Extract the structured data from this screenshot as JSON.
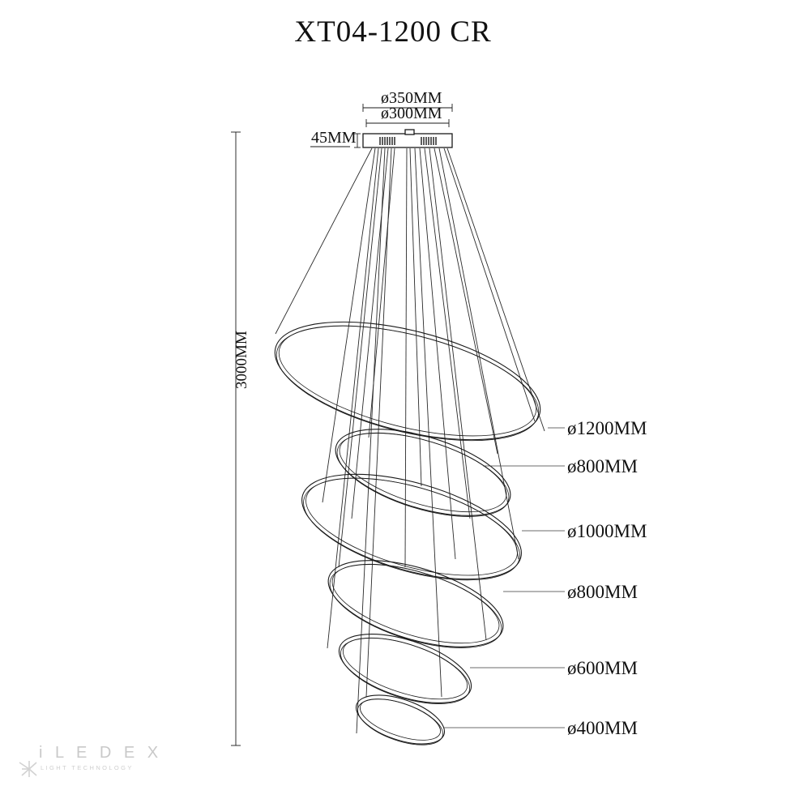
{
  "document": {
    "title": "XT04-1200 CR",
    "background_color": "#ffffff",
    "line_color": "#1a1a1a",
    "watermark_color": "#c9c9c9"
  },
  "canopy": {
    "outer_diameter_label": "ø350MM",
    "inner_diameter_label": "ø300MM",
    "height_label": "45MM"
  },
  "overall": {
    "drop_height_label": "3000MM"
  },
  "rings": [
    {
      "label": "ø1200MM",
      "diameter_mm": 1200
    },
    {
      "label": "ø800MM",
      "diameter_mm": 800
    },
    {
      "label": "ø1000MM",
      "diameter_mm": 1000
    },
    {
      "label": "ø800MM",
      "diameter_mm": 800
    },
    {
      "label": "ø600MM",
      "diameter_mm": 600
    },
    {
      "label": "ø400MM",
      "diameter_mm": 400
    }
  ],
  "watermark": {
    "brand": "i L E D E X",
    "tagline": "LIGHT TECHNOLOGY",
    "icon": "starburst-icon"
  }
}
